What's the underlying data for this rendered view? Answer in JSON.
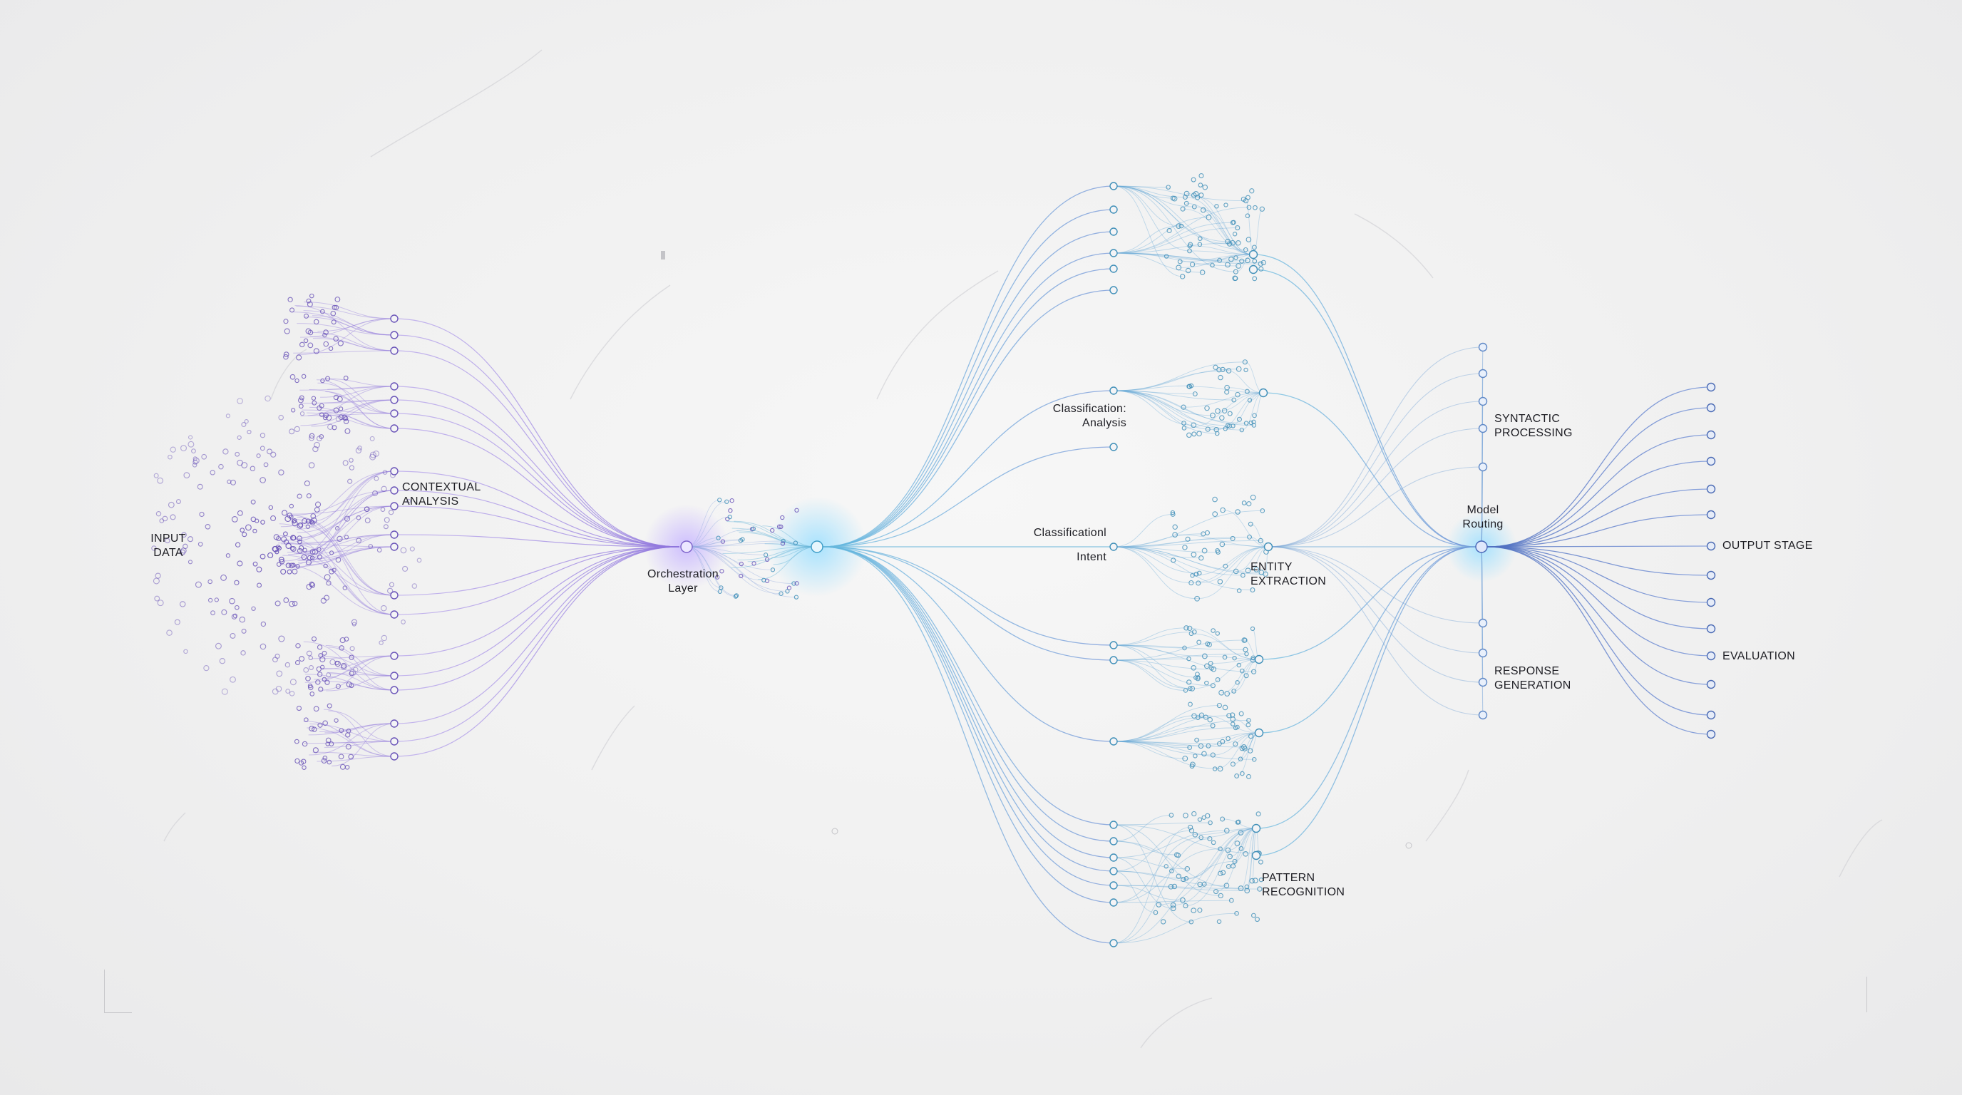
{
  "labels": {
    "input_data": [
      "INPUT",
      "DATA"
    ],
    "contextual_analysis": [
      "CONTEXTUAL",
      "ANALYSIS"
    ],
    "orchestration_layer": [
      "Orchestration",
      "Layer"
    ],
    "classification_analysis": [
      "Classification:",
      "Analysis"
    ],
    "classification_intent": [
      "Classificationl",
      "Intent"
    ],
    "entity_extraction": [
      "ENTITY",
      "EXTRACTION"
    ],
    "pattern_recognition": [
      "PATTERN",
      "RECOGNITION"
    ],
    "syntactic_processing": [
      "SYNTACTIC",
      "PROCESSING"
    ],
    "model_routing": [
      "Model",
      "Routing"
    ],
    "response_generation": [
      "RESPONSE",
      "GENERATION"
    ],
    "output_stage": "OUTPUT STAGE",
    "evaluation": "EVALUATION"
  },
  "colors": {
    "background": "#f0f0f0",
    "purple_stroke": "#9c86dd",
    "purple_node": "#6a54b8",
    "blue_stroke": "#5fa6d2",
    "teal_node": "#3f8fb8",
    "deep_blue_stroke": "#5f7fc6",
    "deep_blue_node": "#4a6ab4",
    "label_text": "#1e1e24"
  }
}
